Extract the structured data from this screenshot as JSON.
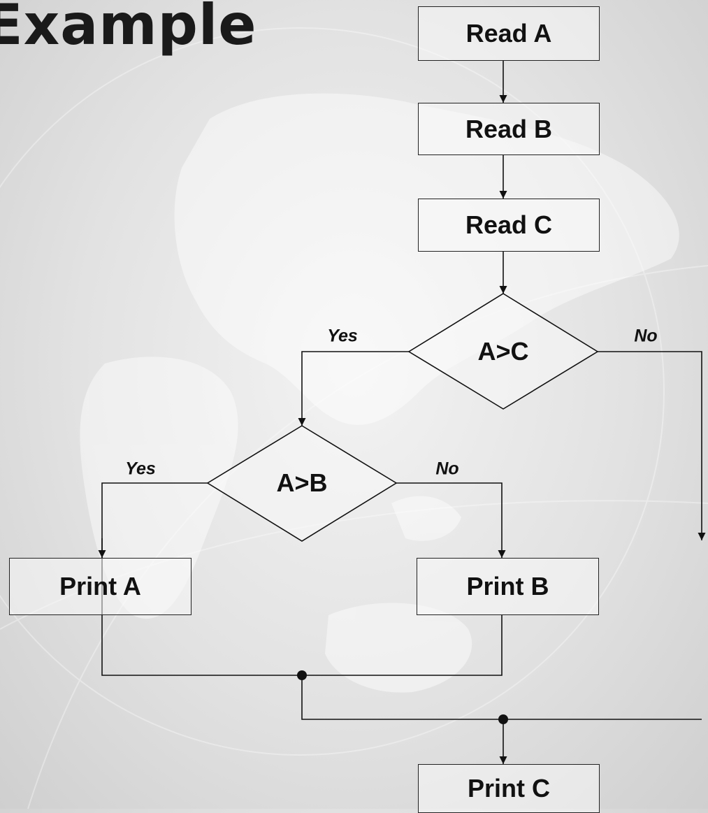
{
  "slide": {
    "title": "Example"
  },
  "flowchart": {
    "processes": {
      "read_a": "Read A",
      "read_b": "Read B",
      "read_c": "Read C",
      "print_a": "Print A",
      "print_b": "Print B",
      "print_c": "Print C"
    },
    "decisions": {
      "a_gt_c": "A>C",
      "a_gt_b": "A>B"
    },
    "branches": {
      "a_gt_c_yes": "Yes",
      "a_gt_c_no": "No",
      "a_gt_b_yes": "Yes",
      "a_gt_b_no": "No"
    }
  },
  "colors": {
    "line": "#111111",
    "background": "#e4e4e4",
    "map": "#ffffff"
  }
}
